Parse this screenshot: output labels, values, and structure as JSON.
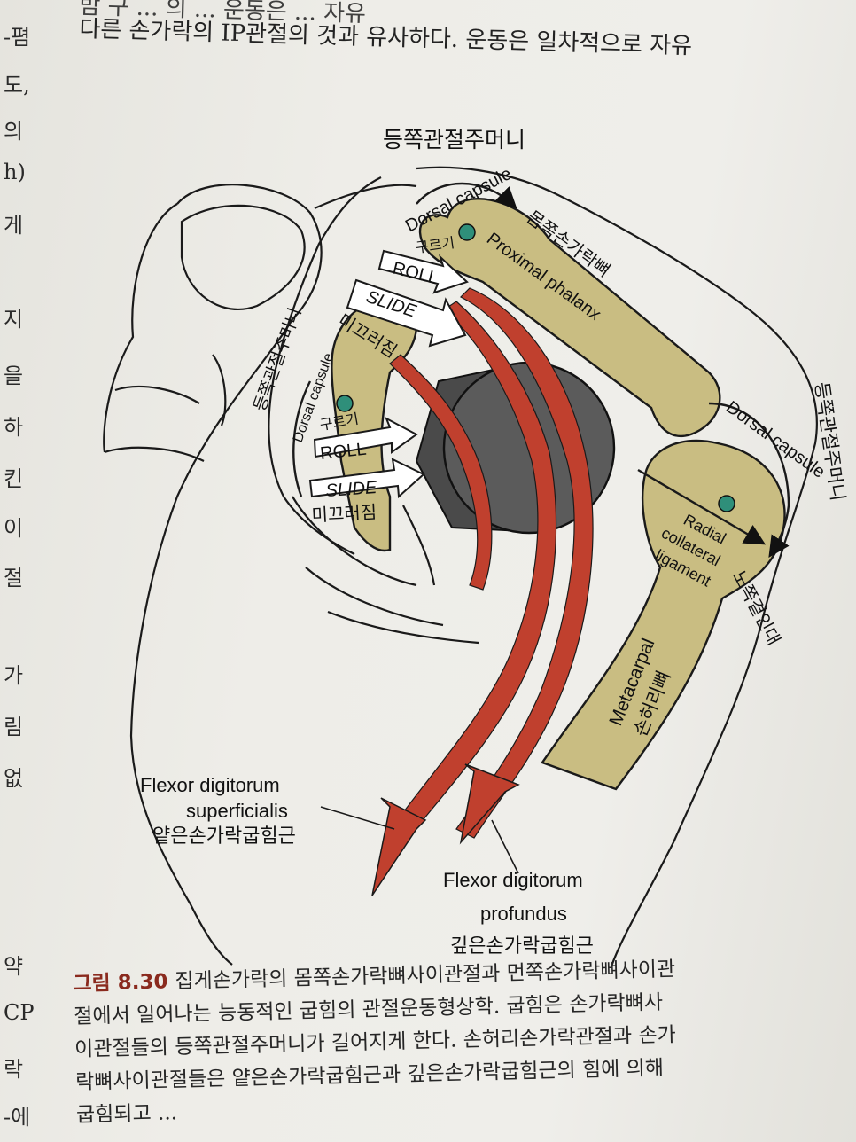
{
  "body_text": {
    "top_line_1": "밤 구 ... 의 ... 운동은 ... 자유",
    "top_line_2": "다른 손가락의 IP관절의 것과 유사하다. 운동은 일차적으로 자유"
  },
  "margin_chars": [
    "-폄",
    "도,",
    "의",
    "h)",
    "게",
    "지",
    "을",
    "하",
    "킨",
    "이",
    "절",
    "가",
    "림",
    "없",
    "약",
    "CP",
    "락",
    "-에"
  ],
  "figure": {
    "labels": {
      "dorsal_capsule_top_ko": "등쪽관절주머니",
      "dorsal_capsule_top_en": "Dorsal capsule",
      "dorsal_capsule_left_ko": "등쪽관절주머니",
      "dorsal_capsule_left_en": "Dorsal capsule",
      "dorsal_capsule_right_ko": "등쪽관절주머니",
      "dorsal_capsule_right_en": "Dorsal capsule",
      "proximal_phalanx_ko": "몸쪽손가락뼈",
      "proximal_phalanx_en": "Proximal phalanx",
      "roll_ko_1": "구르기",
      "roll_en_1": "ROLL",
      "slide_en_1": "SLIDE",
      "slide_ko_1": "미끄러짐",
      "roll_ko_2": "구르기",
      "roll_en_2": "ROLL",
      "slide_en_2": "SLIDE",
      "slide_ko_2": "미끄러짐",
      "radial_collateral_en_1": "Radial",
      "radial_collateral_en_2": "collateral",
      "radial_collateral_en_3": "ligament",
      "radial_collateral_ko": "노쪽곁인대",
      "metacarpal_en": "Metacarpal",
      "metacarpal_ko": "손허리뼈",
      "fds_en_1": "Flexor digitorum",
      "fds_en_2": "superficialis",
      "fds_ko": "얕은손가락굽힘근",
      "fdp_en_1": "Flexor digitorum",
      "fdp_en_2": "profundus",
      "fdp_ko": "깊은손가락굽힘근"
    },
    "colors": {
      "bone": "#c9bd82",
      "tendon": "#c0402e",
      "object": "#555555",
      "joint_dot": "#2f8f7a"
    }
  },
  "caption": {
    "number": "그림 8.30",
    "line1": "집게손가락의 몸쪽손가락뼈사이관절과 먼쪽손가락뼈사이관",
    "line2": "절에서 일어나는 능동적인 굽힘의 관절운동형상학. 굽힘은 손가락뼈사",
    "line3": "이관절들의 등쪽관절주머니가 길어지게 한다. 손허리손가락관절과 손가",
    "line4": "락뼈사이관절들은 얕은손가락굽힘근과 깊은손가락굽힘근의 힘에 의해",
    "line5": "굽힘되고 ..."
  }
}
